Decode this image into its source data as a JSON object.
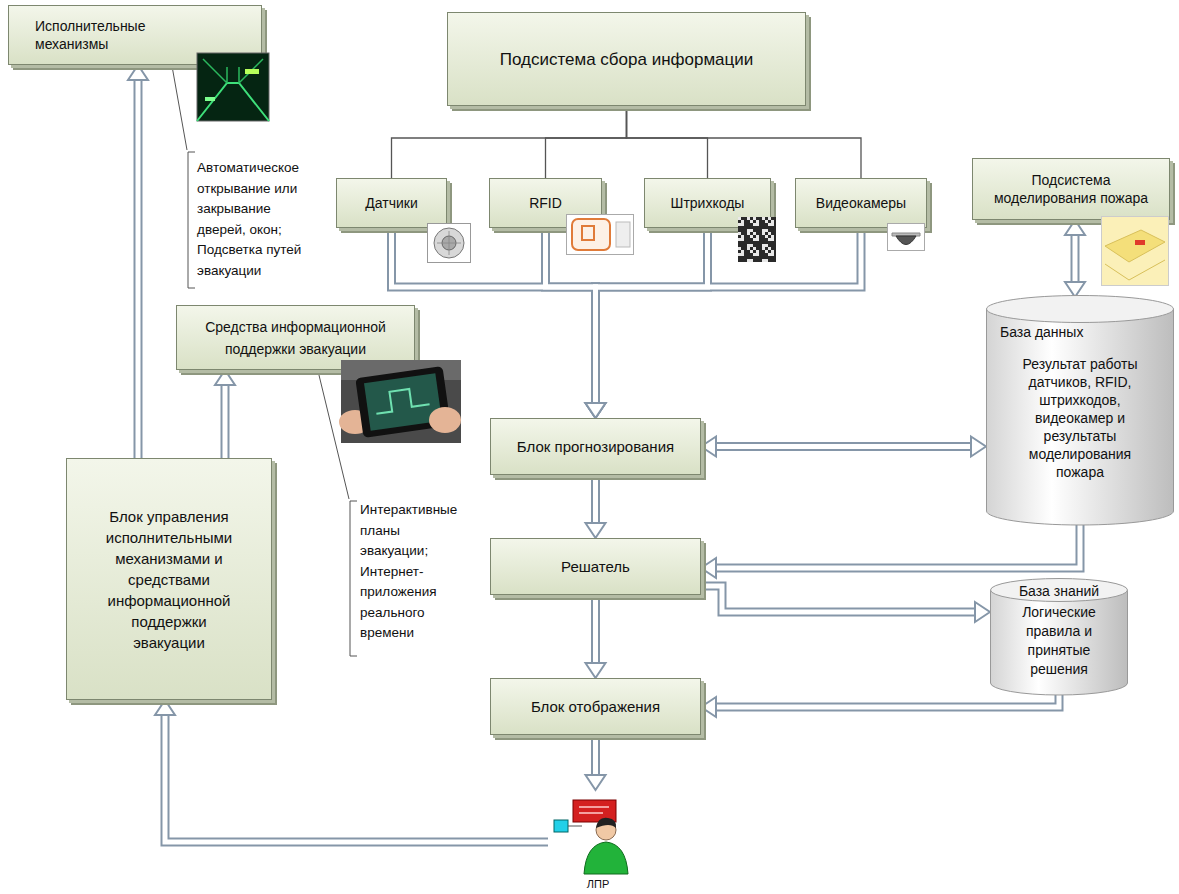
{
  "diagram": {
    "nodes": [
      {
        "text": [
          "Исполнительные механизмы"
        ]
      },
      {
        "text": [
          "Подсистема сбора информации"
        ]
      },
      {
        "text": [
          "Датчики"
        ]
      },
      {
        "text": [
          "RFID"
        ]
      },
      {
        "text": [
          "Штрихкоды"
        ]
      },
      {
        "text": [
          "Видеокамеры"
        ]
      },
      {
        "text": [
          "Подсистема моделирования пожара"
        ]
      },
      {
        "text": [
          "Средства информационной поддержки эвакуации"
        ]
      },
      {
        "text": [
          "База данных",
          "Результат работы датчиков, RFID, штрихкодов, видеокамер и результаты моделирования пожара"
        ]
      },
      {
        "text": [
          "Блок прогнозирования"
        ]
      },
      {
        "text": [
          "Блок управления исполнительными механизмами и средствами информационной поддержки эвакуации"
        ]
      },
      {
        "text": [
          "Решатель"
        ]
      },
      {
        "text": [
          "База знаний",
          "Логические правила и принятые решения"
        ]
      },
      {
        "text": [
          "Блок отображения"
        ]
      },
      {
        "text": [
          "ЛПР"
        ]
      }
    ],
    "edges": [
      {
        "from": 1,
        "to": 2,
        "arrow": "none"
      },
      {
        "from": 1,
        "to": 3,
        "arrow": "none"
      },
      {
        "from": 1,
        "to": 4,
        "arrow": "none"
      },
      {
        "from": 1,
        "to": 5,
        "arrow": "none"
      },
      {
        "from": 2,
        "to": 9,
        "arrow": "to"
      },
      {
        "from": 3,
        "to": 9,
        "arrow": "to"
      },
      {
        "from": 4,
        "to": 9,
        "arrow": "to"
      },
      {
        "from": 5,
        "to": 9,
        "arrow": "to"
      },
      {
        "from": 6,
        "to": 8,
        "arrow": "both"
      },
      {
        "from": 9,
        "to": 8,
        "arrow": "both"
      },
      {
        "from": 9,
        "to": 11,
        "arrow": "to"
      },
      {
        "from": 8,
        "to": 11,
        "arrow": "to"
      },
      {
        "from": 11,
        "to": 12,
        "arrow": "to"
      },
      {
        "from": 12,
        "to": 13,
        "arrow": "to"
      },
      {
        "from": 11,
        "to": 13,
        "arrow": "to"
      },
      {
        "from": 13,
        "to": 14,
        "arrow": "to"
      },
      {
        "from": 14,
        "to": 10,
        "arrow": "to"
      },
      {
        "from": 10,
        "to": 7,
        "arrow": "to"
      },
      {
        "from": 10,
        "to": 0,
        "arrow": "to"
      }
    ],
    "labels": [
      "Автоматическое открывание или закрывание дверей, окон; Подсветка путей эвакуации",
      "Интерактивные планы эвакуации; Интернет-приложения реального времени"
    ]
  }
}
